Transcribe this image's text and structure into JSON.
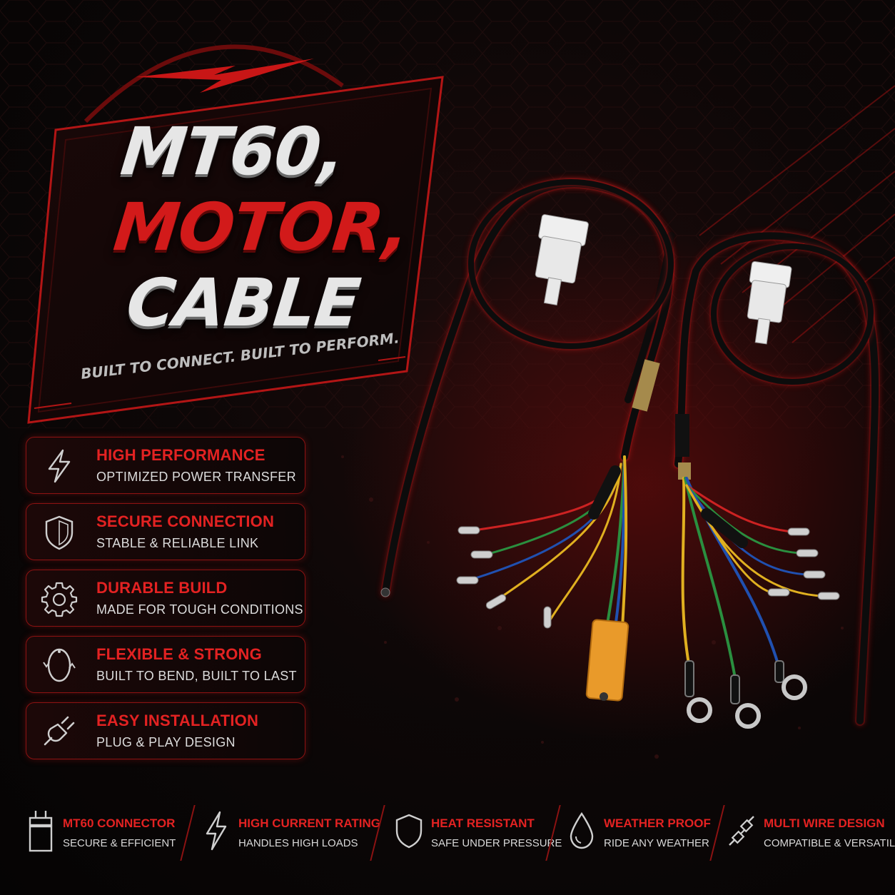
{
  "hero": {
    "line1": "MT60,",
    "line2": "MOTOR,",
    "line3": "CABLE",
    "tagline": "BUILT TO CONNECT. BUILT TO PERFORM."
  },
  "colors": {
    "accent": "#e32222",
    "text": "#dcdcdc",
    "background": "#070606"
  },
  "features": [
    {
      "icon": "lightning-icon",
      "title": "HIGH PERFORMANCE",
      "subtitle": "OPTIMIZED POWER TRANSFER"
    },
    {
      "icon": "shield-icon",
      "title": "SECURE CONNECTION",
      "subtitle": "STABLE & RELIABLE LINK"
    },
    {
      "icon": "gear-icon",
      "title": "DURABLE BUILD",
      "subtitle": "MADE FOR TOUGH CONDITIONS"
    },
    {
      "icon": "flex-loop-icon",
      "title": "FLEXIBLE & STRONG",
      "subtitle": "BUILT TO BEND, BUILT TO LAST"
    },
    {
      "icon": "plug-icon",
      "title": "EASY INSTALLATION",
      "subtitle": "PLUG & PLAY DESIGN"
    }
  ],
  "bottom_bar": [
    {
      "icon": "connector-icon",
      "title": "MT60 CONNECTOR",
      "subtitle": "SECURE & EFFICIENT"
    },
    {
      "icon": "lightning-icon",
      "title": "HIGH CURRENT RATING",
      "subtitle": "HANDLES HIGH LOADS"
    },
    {
      "icon": "shield-icon",
      "title": "HEAT RESISTANT",
      "subtitle": "SAFE UNDER PRESSURE"
    },
    {
      "icon": "droplet-icon",
      "title": "WEATHER PROOF",
      "subtitle": "RIDE ANY WEATHER"
    },
    {
      "icon": "cable-icon",
      "title": "MULTI WIRE DESIGN",
      "subtitle": "COMPATIBLE & VERSATILE"
    }
  ]
}
